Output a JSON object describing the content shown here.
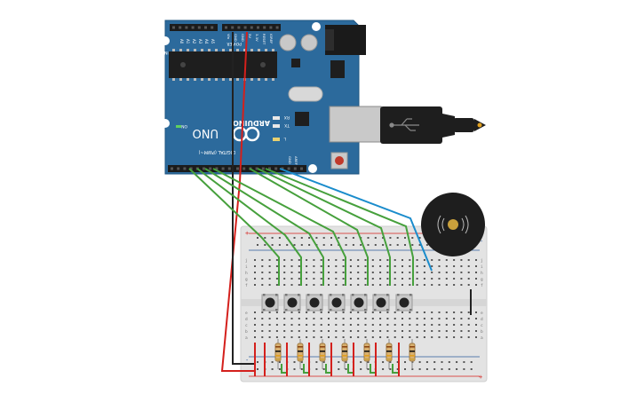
{
  "arduino": {
    "brand": "ARDUINO",
    "model": "UNO",
    "digital_label": "DIGITAL (PWM~)",
    "analog_label": "ANALOG IN",
    "power_label": "POWER",
    "on_label": "ON",
    "tx_label": "TX",
    "rx_label": "RX",
    "l_label": "L",
    "aref_label": "AREF",
    "gnd_label": "GND",
    "analog_pins": [
      "A0",
      "A1",
      "A2",
      "A3",
      "A4",
      "A5"
    ],
    "power_pins": [
      "Vin",
      "GND",
      "GND",
      "5V",
      "3.3V",
      "RESET",
      "IOREF"
    ]
  },
  "breadboard": {
    "row_letters_top": [
      "j",
      "i",
      "h",
      "g",
      "f"
    ],
    "row_letters_bottom": [
      "e",
      "d",
      "c",
      "b",
      "a"
    ],
    "plus": "+",
    "minus": "-"
  },
  "components": {
    "buttons": 7,
    "resistors": 7,
    "buzzer": "piezo",
    "usb": "usb-b-cable"
  },
  "colors": {
    "board": "#2c6a9c",
    "wire_signal": "#46a03c",
    "wire_power": "#d4201c",
    "wire_ground": "#222222",
    "wire_buzzer": "#1a8ccc"
  }
}
